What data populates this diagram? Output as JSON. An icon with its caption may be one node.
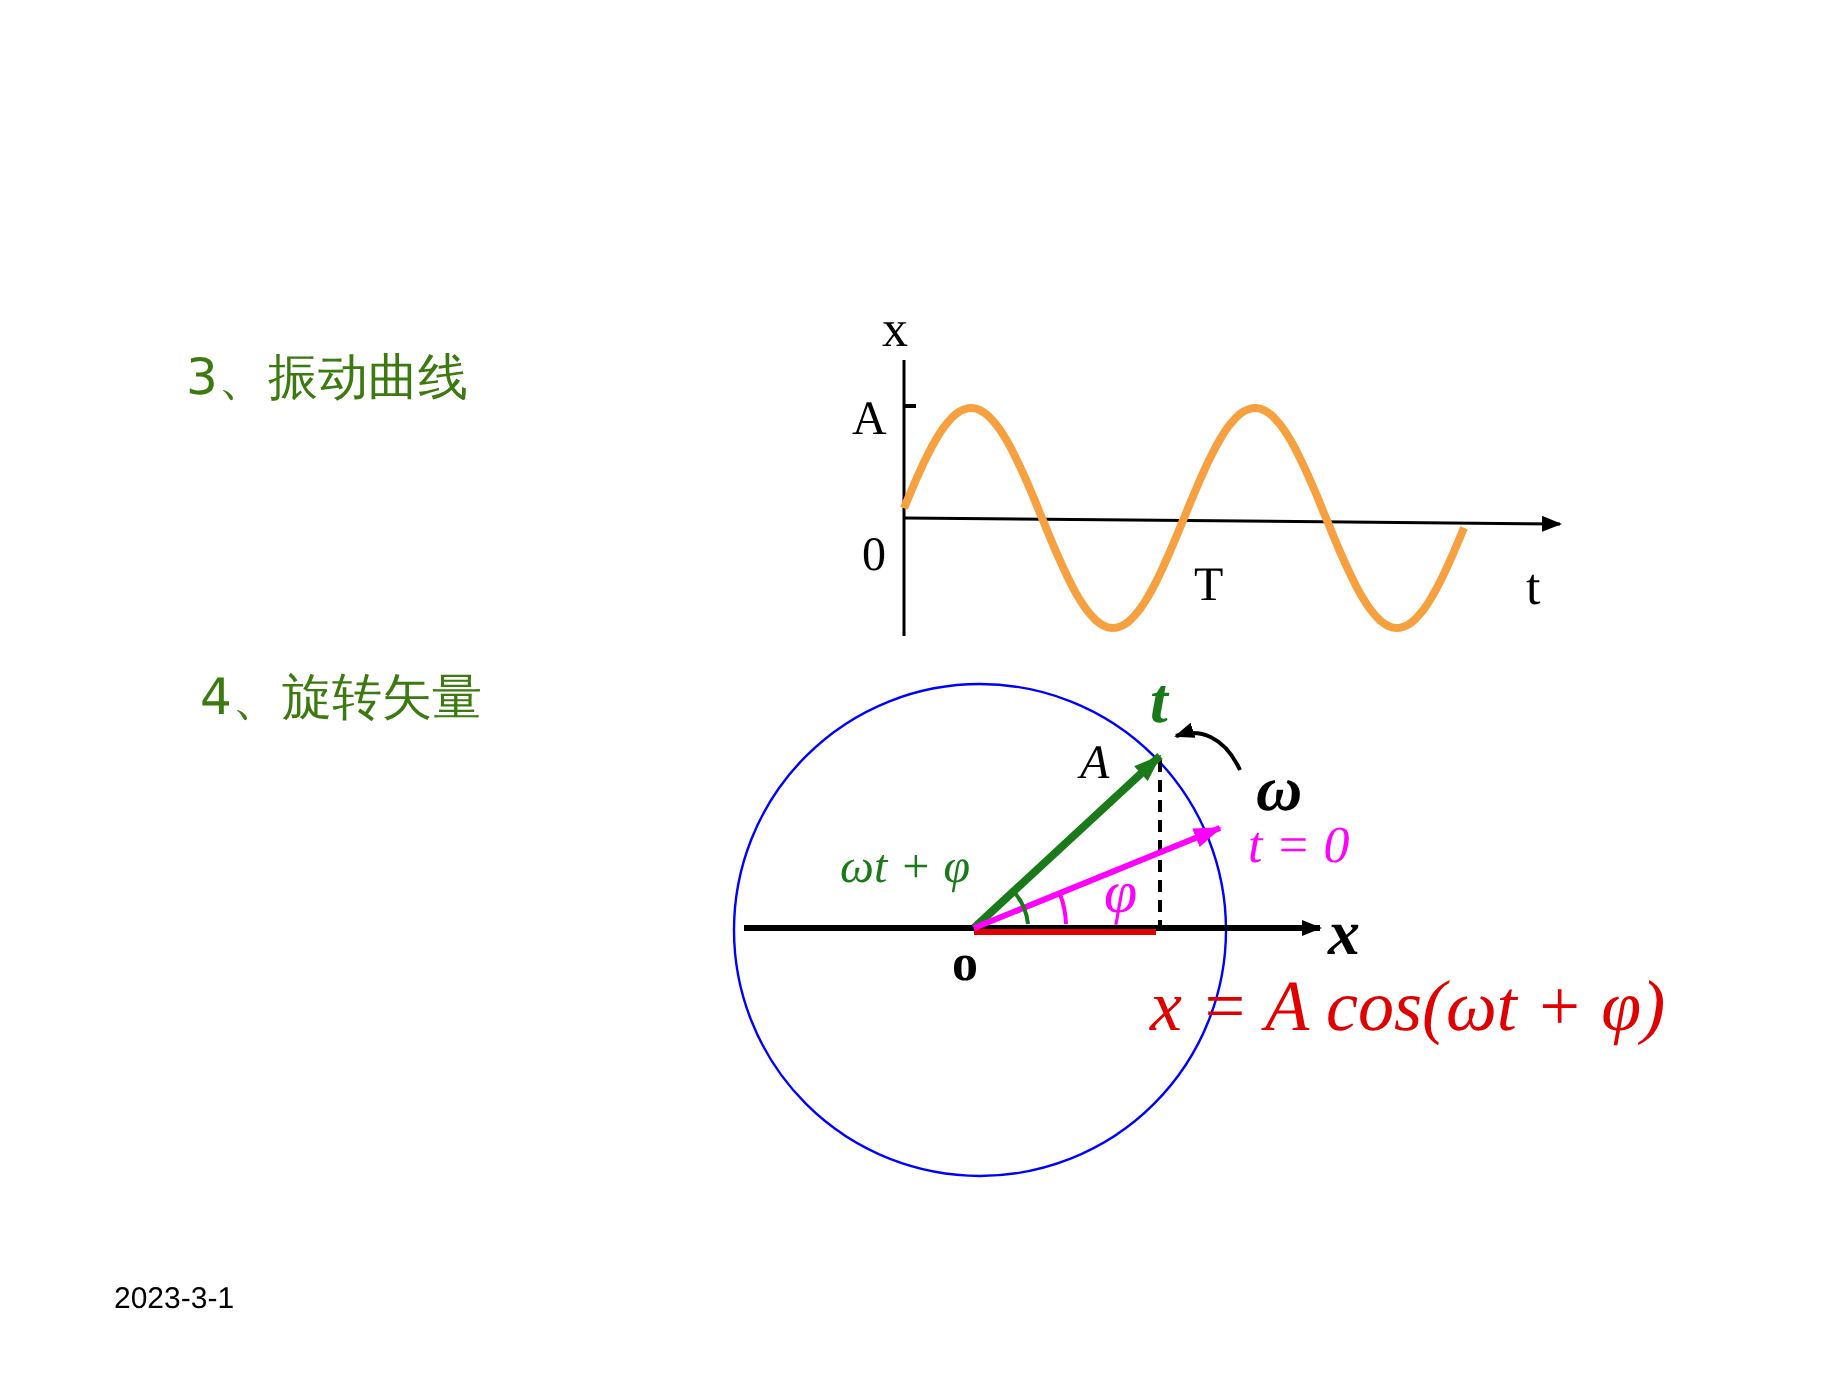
{
  "diagram": {
    "labels": [
      "3、振动曲线",
      "x",
      "A",
      "0",
      "T",
      "t",
      "4、旋转矢量",
      "t",
      "A⃗",
      "ω",
      "ωt + φ",
      "t = 0",
      "φ",
      "x",
      "o",
      "x = A cos(ωt + φ)",
      "2023-3-1"
    ]
  }
}
